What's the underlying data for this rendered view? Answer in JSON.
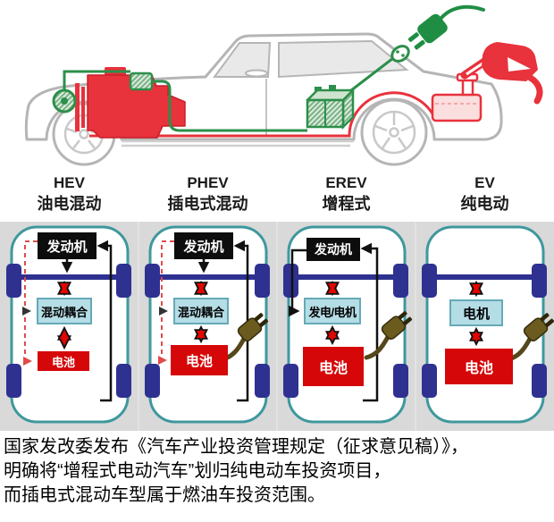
{
  "labels": [
    {
      "acronym": "HEV",
      "name": "油电混动"
    },
    {
      "acronym": "PHEV",
      "name": "插电式混动"
    },
    {
      "acronym": "EREV",
      "name": "增程式"
    },
    {
      "acronym": "EV",
      "name": "纯电动"
    }
  ],
  "panels": {
    "hev": {
      "engine": "发动机",
      "coupler": "混动耦合",
      "battery": "电池"
    },
    "phev": {
      "engine": "发动机",
      "coupler": "混动耦合",
      "battery": "电池"
    },
    "erev": {
      "engine": "发动机",
      "generator": "发电/电机",
      "battery": "电池"
    },
    "ev": {
      "motor": "电机",
      "battery": "电池"
    }
  },
  "caption": {
    "lines": [
      "国家发改委发布《汽车产业投资管理规定（征求意见稿）》，",
      "明确将“增程式电动汽车”划归纯电动车投资项目，",
      "而插电式混动车型属于燃油车投资范围。"
    ]
  },
  "icons": {
    "car-illustration": "sedan side view with powertrain components",
    "engine-icon": "combustion engine block",
    "motor-generator-icon": "electric motor",
    "inverter-icon": "power electronics box",
    "battery-pack-icon": "traction battery pack",
    "charge-port-icon": "charging socket",
    "charging-plug-icon": "charging plug with cable",
    "fuel-tank-icon": "fuel tank with filler neck",
    "fuel-nozzle-icon": "fuel pump nozzle",
    "plug-icon": "charging plug on diagrams"
  },
  "colors": {
    "electric_green": "#2c8f4a",
    "fuel_red": "#e8323c",
    "chassis_teal": "#3f989e",
    "wheel_navy": "#2e3190",
    "engine_box": "#0d0d0d",
    "coupler_box": "#b5dde6",
    "battery_box": "#d50709",
    "arrow_black": "#111111",
    "arrow_red": "#e10600",
    "dashed_red": "#e04a4a",
    "plug_olive": "#6b5b1e",
    "panel_bg": "#d9d9d9"
  }
}
